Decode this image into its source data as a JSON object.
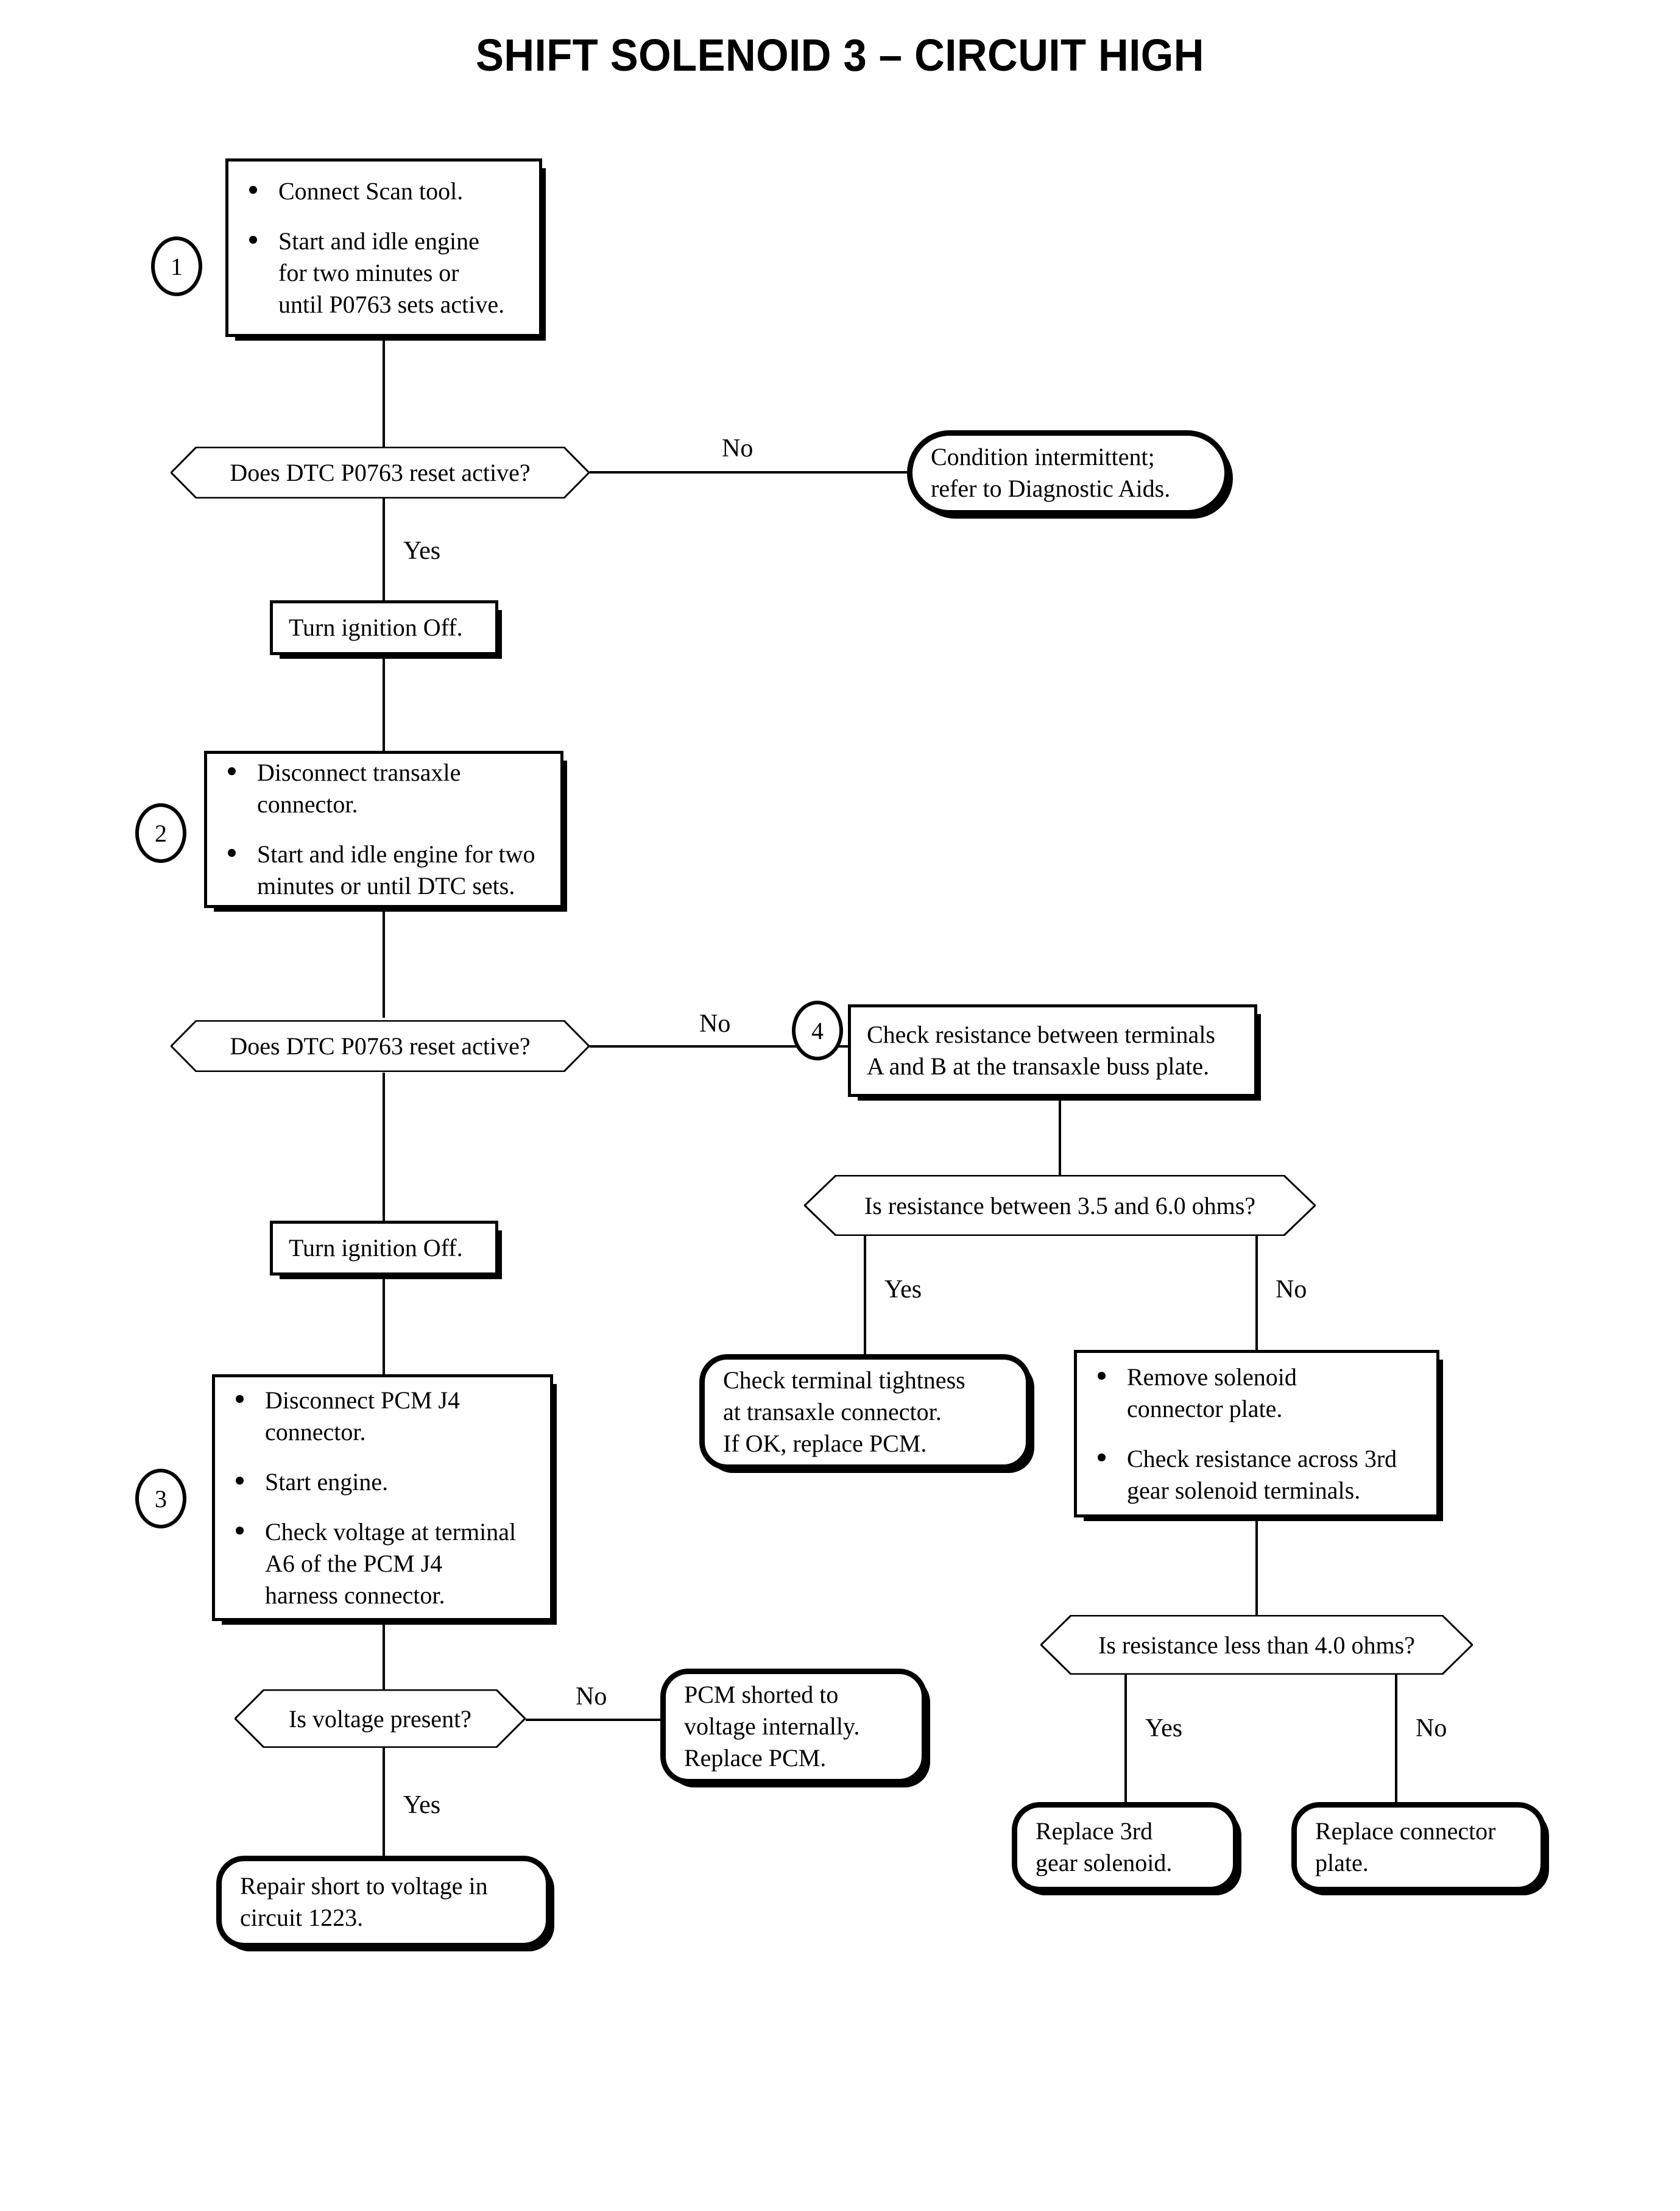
{
  "title": "SHIFT SOLENOID 3 – CIRCUIT HIGH",
  "steps": {
    "one": "1",
    "two": "2",
    "three": "3",
    "four": "4"
  },
  "nodes": {
    "step1": {
      "bullets": [
        "Connect Scan tool.",
        "Start and idle engine\nfor two minutes or\nuntil P0763 sets active."
      ]
    },
    "decision1": {
      "text": "Does DTC P0763 reset active?"
    },
    "intermittent": {
      "text": "Condition intermittent;\nrefer to Diagnostic Aids."
    },
    "ignition_off_1": {
      "text": "Turn ignition Off."
    },
    "step2": {
      "bullets": [
        "Disconnect transaxle\nconnector.",
        "Start and idle engine for two\nminutes or until DTC sets."
      ]
    },
    "decision2": {
      "text": "Does DTC P0763 reset active?"
    },
    "step4": {
      "text": "Check resistance between terminals\nA and B at the transaxle buss plate."
    },
    "decision3": {
      "text": "Is resistance between 3.5 and 6.0 ohms?"
    },
    "check_tightness": {
      "text": "Check terminal tightness\nat transaxle connector.\nIf OK, replace PCM."
    },
    "remove_plate": {
      "bullets": [
        "Remove solenoid\nconnector plate.",
        "Check resistance across 3rd\ngear solenoid terminals."
      ]
    },
    "decision4": {
      "text": "Is resistance less than 4.0 ohms?"
    },
    "replace_solenoid": {
      "text": "Replace 3rd\ngear solenoid."
    },
    "replace_plate": {
      "text": "Replace connector\nplate."
    },
    "ignition_off_2": {
      "text": "Turn ignition Off."
    },
    "step3": {
      "bullets": [
        "Disconnect PCM J4\nconnector.",
        "Start engine.",
        "Check voltage at terminal\nA6 of the PCM J4\nharness connector."
      ]
    },
    "decision5": {
      "text": "Is voltage present?"
    },
    "pcm_shorted": {
      "text": "PCM shorted to\nvoltage internally.\nReplace PCM."
    },
    "repair_short": {
      "text": "Repair short to voltage in\ncircuit 1223."
    }
  },
  "branch_labels": {
    "d1_no": "No",
    "d1_yes": "Yes",
    "d2_no": "No",
    "d3_yes": "Yes",
    "d3_no": "No",
    "d4_yes": "Yes",
    "d4_no": "No",
    "d5_no": "No",
    "d5_yes": "Yes"
  },
  "colors": {
    "ink": "#000000",
    "paper": "#ffffff"
  }
}
